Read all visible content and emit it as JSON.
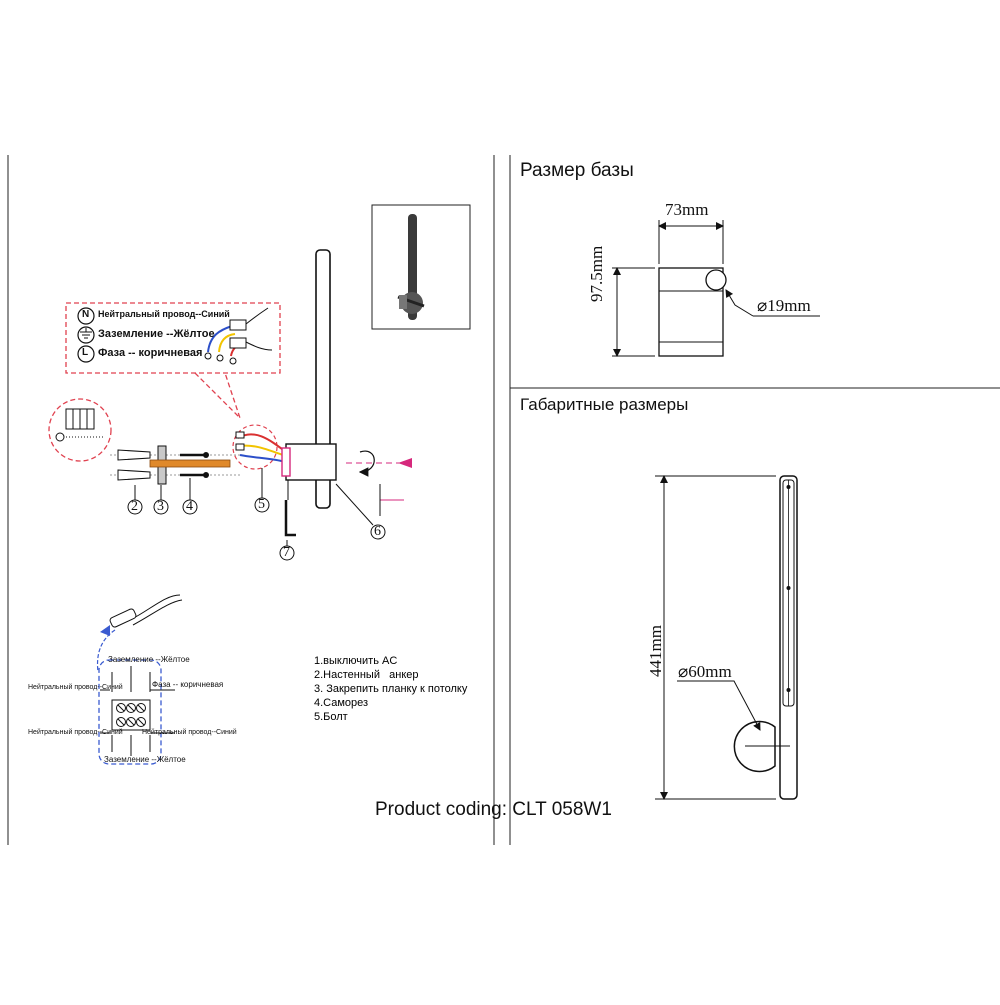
{
  "base_section": {
    "title": "Размер базы",
    "width_label": "73mm",
    "height_label": "97.5mm",
    "hole_label": "⌀19mm"
  },
  "overall_section": {
    "title": "Габаритные размеры",
    "height_label": "441mm",
    "diameter_label": "⌀60mm"
  },
  "wiring_legend": {
    "neutral_symbol": "N",
    "neutral": "Нейтральный провод--Синий",
    "ground": "Заземление --Жёлтое",
    "phase_symbol": "L",
    "phase": "Фаза -- коричневая"
  },
  "callouts": [
    "2",
    "3",
    "4",
    "5",
    "6",
    "7"
  ],
  "terminal_diagram": {
    "ground_top": "Заземление --Жёлтое",
    "phase": "Фаза -- коричневая",
    "neutral_left_top": "Нейтральный провод--Синий",
    "neutral_left_bottom": "Нейтральный провод--Синий",
    "neutral_right": "Нейтральный провод--Синий",
    "ground_bottom": "Заземление --Жёлтое"
  },
  "instructions": [
    "1.выключить AC",
    "2.Настенный   анкер",
    "3. Закрепить планку к потолку",
    "4.Саморез",
    "5.Болт"
  ],
  "product_coding": "Product coding: CLT 058W1",
  "colors": {
    "callout_dash": "#e0414f",
    "arrow_magenta": "#d6287c",
    "wire_blue": "#2c4fc9",
    "wire_yellow": "#f2c400",
    "wire_brown": "#c2561e",
    "wire_red": "#d93030",
    "anchor_orange": "#e0892a",
    "terminal_dash": "#3a5bd0"
  }
}
